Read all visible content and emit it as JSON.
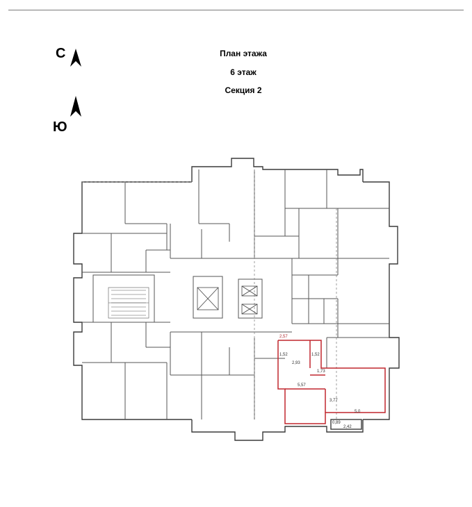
{
  "compass": {
    "north_label": "С",
    "south_label": "Ю"
  },
  "title": {
    "plan": "План этажа",
    "floor": "6 этаж",
    "section": "Секция 2"
  },
  "colors": {
    "highlight": "#c0262d",
    "walls": "#3a3a3a"
  },
  "icons": [
    "north-arrow-icon",
    "south-arrow-icon",
    "elevator-icon",
    "stair-icon"
  ]
}
